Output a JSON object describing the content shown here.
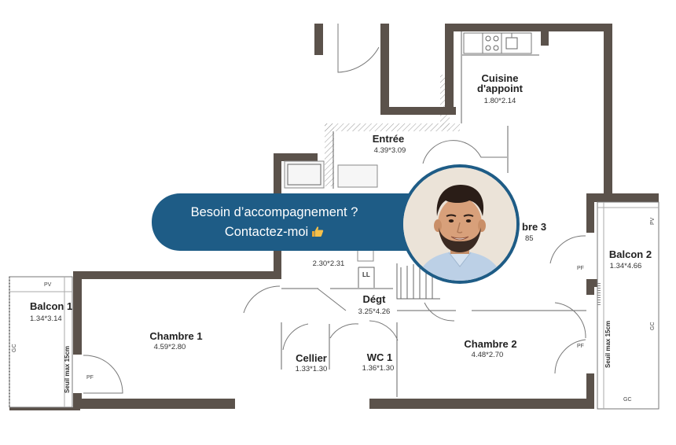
{
  "rooms": {
    "cuisine": {
      "name_line1": "Cuisine",
      "name_line2": "d'appoint",
      "dims": "1.80*2.14"
    },
    "entree": {
      "name": "Entrée",
      "dims": "4.39*3.09"
    },
    "chambre3": {
      "name_partial": "bre 3",
      "dims_partial": "85"
    },
    "sdb": {
      "dims": "2.30*2.31"
    },
    "degt": {
      "name": "Dégt",
      "dims": "3.25*4.26"
    },
    "chambre1": {
      "name": "Chambre 1",
      "dims": "4.59*2.80"
    },
    "balcon1": {
      "name_partial": "Balcon 1",
      "dims": "1.34*3.14"
    },
    "cellier": {
      "name": "Cellier",
      "dims": "1.33*1.30"
    },
    "wc1": {
      "name": "WC 1",
      "dims": "1.36*1.30"
    },
    "chambre2": {
      "name": "Chambre 2",
      "dims": "4.48*2.70"
    },
    "balcon2": {
      "name": "Balcon 2",
      "dims": "1.34*4.66"
    }
  },
  "labels": {
    "pv": "PV",
    "gc": "GC",
    "pf": "PF",
    "ll": "LL",
    "seuil": "Seuil max 15cm"
  },
  "banner": {
    "line1": "Besoin d’accompagnement ?",
    "line2": "Contactez-moi",
    "thumb_icon": "thumbs-up-emoji",
    "color": "#1e5c86"
  }
}
